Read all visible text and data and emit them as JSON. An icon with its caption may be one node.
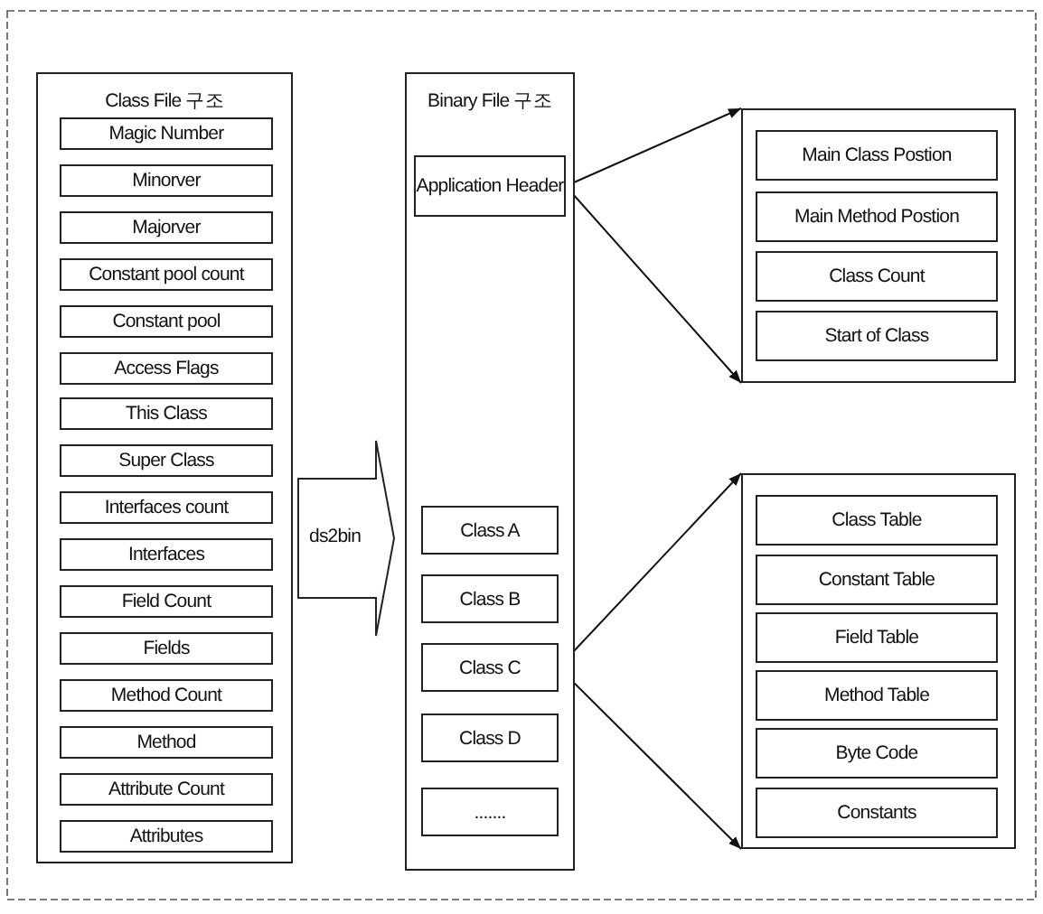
{
  "diagram": {
    "nodes": [
      {
        "text": [
          "Class File 구조"
        ]
      },
      {
        "text": [
          "Magic Number"
        ],
        "in": 0
      },
      {
        "text": [
          "Minorver"
        ],
        "in": 0
      },
      {
        "text": [
          "Majorver"
        ],
        "in": 0
      },
      {
        "text": [
          "Constant pool count"
        ],
        "in": 0
      },
      {
        "text": [
          "Constant pool"
        ],
        "in": 0
      },
      {
        "text": [
          "Access Flags"
        ],
        "in": 0
      },
      {
        "text": [
          "This Class"
        ],
        "in": 0
      },
      {
        "text": [
          "Super Class"
        ],
        "in": 0
      },
      {
        "text": [
          "Interfaces count"
        ],
        "in": 0
      },
      {
        "text": [
          "Interfaces"
        ],
        "in": 0
      },
      {
        "text": [
          "Field Count"
        ],
        "in": 0
      },
      {
        "text": [
          "Fields"
        ],
        "in": 0
      },
      {
        "text": [
          "Method Count"
        ],
        "in": 0
      },
      {
        "text": [
          "Method"
        ],
        "in": 0
      },
      {
        "text": [
          "Attribute Count"
        ],
        "in": 0
      },
      {
        "text": [
          "Attributes"
        ],
        "in": 0
      },
      {
        "text": [
          "Binary File 구조"
        ]
      },
      {
        "text": [
          "Application Header"
        ],
        "in": 17
      },
      {
        "text": [
          "Class A"
        ],
        "in": 17
      },
      {
        "text": [
          "Class B"
        ],
        "in": 17
      },
      {
        "text": [
          "Class C"
        ],
        "in": 17
      },
      {
        "text": [
          "Class D"
        ],
        "in": 17
      },
      {
        "text": [
          "......."
        ],
        "in": 17
      },
      {
        "text": [],
        "shape": "box"
      },
      {
        "text": [
          "Main Class Postion"
        ],
        "in": 24
      },
      {
        "text": [
          "Main Method Postion"
        ],
        "in": 24
      },
      {
        "text": [
          "Class Count"
        ],
        "in": 24
      },
      {
        "text": [
          "Start of Class"
        ],
        "in": 24
      },
      {
        "text": [],
        "shape": "box"
      },
      {
        "text": [
          "Class Table"
        ],
        "in": 29
      },
      {
        "text": [
          "Constant Table"
        ],
        "in": 29
      },
      {
        "text": [
          "Field Table"
        ],
        "in": 29
      },
      {
        "text": [
          "Method Table"
        ],
        "in": 29
      },
      {
        "text": [
          "Byte Code"
        ],
        "in": 29
      },
      {
        "text": [
          "Constants"
        ],
        "in": 29
      }
    ],
    "edges": [
      {
        "from": 0,
        "to": 17,
        "arrow": "to",
        "label": "ds2bin",
        "style": "thick"
      },
      {
        "from": 18,
        "to": 24,
        "arrow": "to"
      },
      {
        "from": 18,
        "to": 24,
        "arrow": "to"
      },
      {
        "from": 21,
        "to": 29,
        "arrow": "to"
      },
      {
        "from": 21,
        "to": 29,
        "arrow": "to"
      }
    ]
  }
}
